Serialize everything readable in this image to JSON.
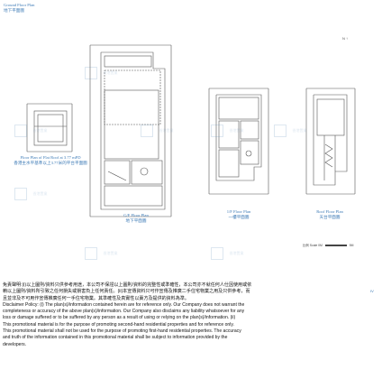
{
  "top_caption": {
    "en": "Ground Floor Plan",
    "zh": "地下平面圖"
  },
  "side_caption": {
    "en": "Floor Plan of Flat Roof at 3.77 mPD",
    "zh": "香港主水平基準以上3.77米的平台平面圖"
  },
  "plans": [
    {
      "en": "G/F Floor Plan",
      "zh": "地下平面圖"
    },
    {
      "en": "1/F Floor Plan",
      "zh": "一樓平面圖"
    },
    {
      "en": "Roof Floor Plan",
      "zh": "天台平面圖"
    }
  ],
  "watermark": {
    "zh": "香港置業",
    "en": "Hong Kong Property"
  },
  "compass": "N",
  "legend": {
    "label": "比例",
    "scale": "Scale",
    "unit_left": "0M",
    "unit_right": "5M"
  },
  "page_number": "IV",
  "disclaimer": {
    "zh_1": "免責聲明:(i)以上圖則/資料只供參考用途，本公司不保證以上圖則/資料的完整性或準確性，本公司亦不就任何人仕因使用或依",
    "zh_2": "賴以上圖則/資料所引致之任何損失或損害負上任何責任。(ii)本宣傳資料只可作宣傳及推廣二手住宅物業之用及只供參考，而",
    "zh_3": "且並非及不可用作宣傳推廣任何一手住宅物業。其準確性及真實性以賣方及提供的資料為準。",
    "en_1": "Disclaimer Policy: (i) The plan(s)/information contained herein are for reference only. Our Company does not warrant the",
    "en_2": "completeness or accuracy of the above plan(s)/information. Our Company also disclaims any liability whatsoever for any",
    "en_3": "loss or damage suffered or to be suffered by any person as a result of using or relying on the plan(s)/information. (ii)",
    "en_4": "This promotional material is for the purpose of promoting second-hand residential properties and for reference only.",
    "en_5": "This promotional material shall not be used for the purpose of promoting first-hand residential properties. The accuracy",
    "en_6": "and truth of the information contained in this promotional material shall be subject to information provided by the",
    "en_7": "developers."
  }
}
